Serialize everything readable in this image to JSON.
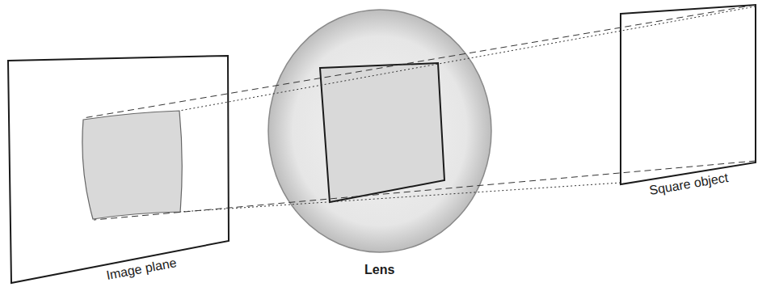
{
  "diagram": {
    "labels": [
      "Image plane",
      "Lens",
      "Square object"
    ]
  }
}
